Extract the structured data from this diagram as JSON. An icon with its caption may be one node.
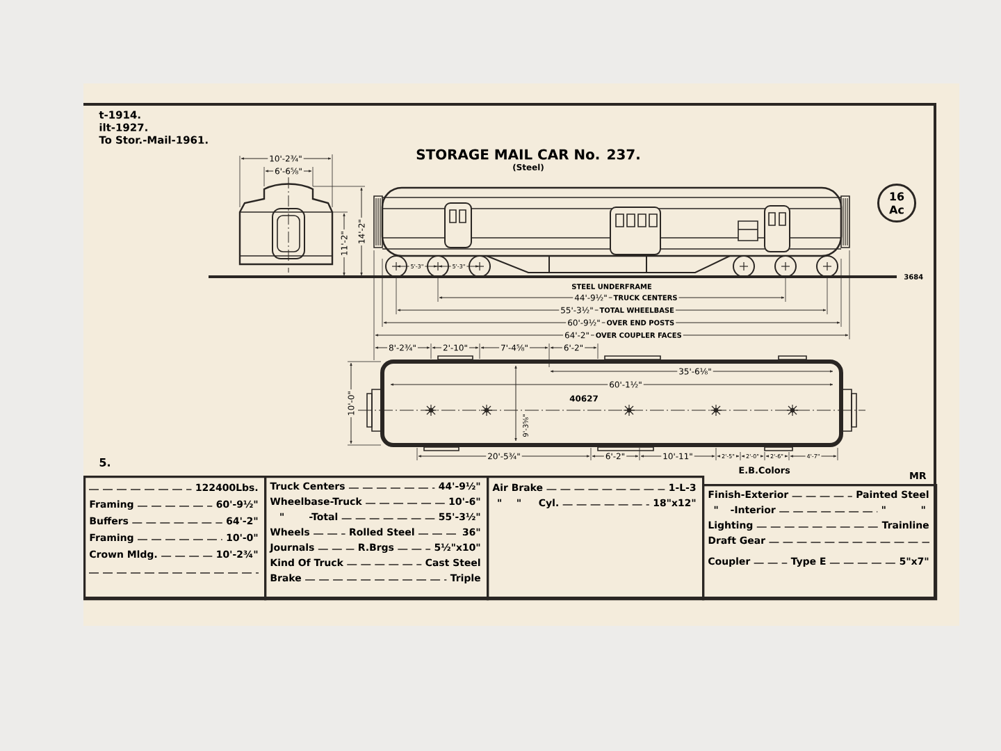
{
  "diagram": {
    "title": "STORAGE MAIL CAR No. 237.",
    "nodes": [
      {
        "text": [
          "16 Ac"
        ]
      },
      {
        "text": [
          "122400Lbs.",
          "Framing",
          "60'-9½\"",
          "Buffers",
          "64'-2\"",
          "Framing",
          "10'-0\"",
          "Crown Mldg.",
          "10'-2¾\""
        ]
      },
      {
        "text": [
          "Truck Centers",
          "44'-9½\"",
          "Wheelbase-Truck",
          "10'-6\"",
          "\"",
          "-Total",
          "55'-3½\"",
          "Wheels",
          "Rolled Steel",
          "36\"",
          "Journals",
          "R.Brgs",
          "5½\"x10\"",
          "Kind Of Truck",
          "Cast Steel",
          "Brake",
          "Triple"
        ]
      },
      {
        "text": [
          "Air Brake",
          "1-L-3",
          "\"",
          "\"",
          "Cyl.",
          "18\"x12\""
        ]
      },
      {
        "text": [
          "Finish-Exterior",
          "Painted Steel",
          "\"",
          "-Interior",
          "\"",
          "\"",
          "Lighting",
          "Trainline",
          "Draft Gear",
          "Coupler",
          "Type E",
          "5\"x7\""
        ]
      }
    ],
    "labels": [
      "t-1914.",
      "ilt-1927.",
      "To Stor.-Mail-1961.",
      "(Steel)",
      "10'-2¾\"",
      "6'-6⅝\"",
      "11'-2\"",
      "14'-2\"",
      "5'-3\"",
      "5'-3\"",
      "STEEL UNDERFRAME",
      "44'-9½\"",
      "TRUCK CENTERS",
      "55'-3½\"",
      "TOTAL WHEELBASE",
      "3684",
      "8'-2¾\"",
      "2'-10\"",
      "7'-4⅝\"",
      "6'-2\"",
      "60'-9½\"",
      "OVER END POSTS",
      "64'-2\"",
      "OVER COUPLER FACES",
      "10'-0\"",
      "35'-6⅛\"",
      "9'-3⅝\"",
      "60'-1½\"",
      "40627",
      "5.",
      "20'-5¾\"",
      "6'-2\"",
      "10'-11\"",
      "2'-5\"",
      "2'-0\"",
      "2'-6\"",
      "4'-7\"",
      "E.B.Colors",
      "MR"
    ]
  }
}
